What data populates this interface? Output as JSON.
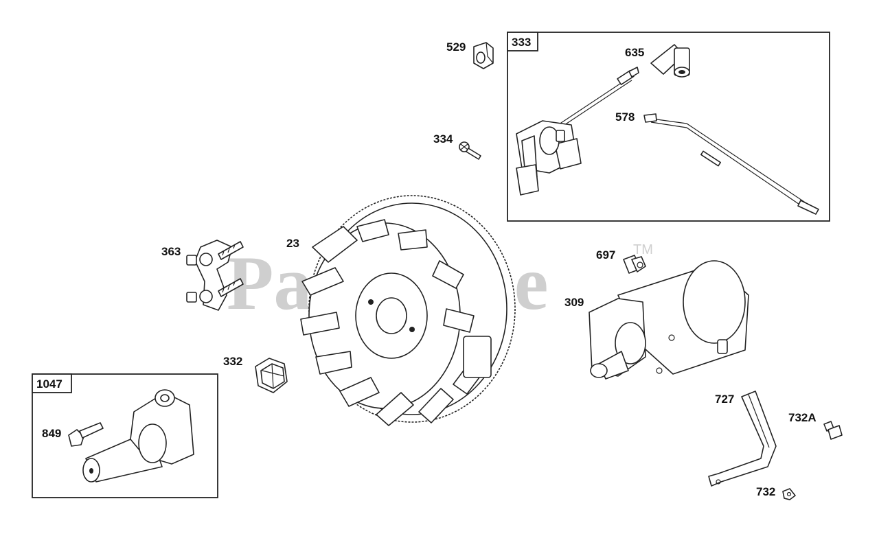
{
  "watermark": {
    "text": "PartsTree",
    "trademark": "TM"
  },
  "boxes": {
    "ignition": {
      "label": "333"
    },
    "camshaft": {
      "label": "1047"
    }
  },
  "callouts": {
    "p529": "529",
    "p334": "334",
    "p635": "635",
    "p578": "578",
    "p363": "363",
    "p23": "23",
    "p697": "697",
    "p309": "309",
    "p332": "332",
    "p849": "849",
    "p727": "727",
    "p732A": "732A",
    "p732": "732"
  }
}
